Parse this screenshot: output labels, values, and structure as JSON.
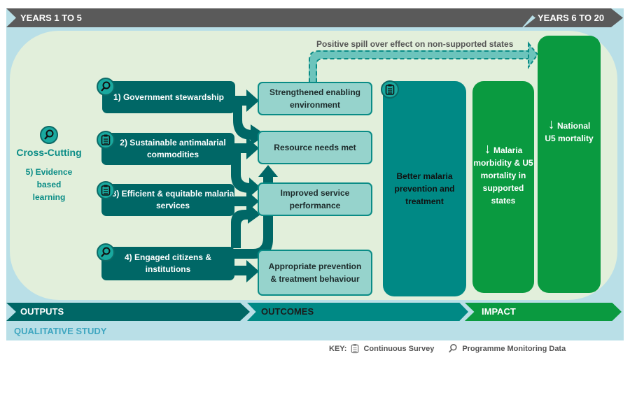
{
  "timeline": {
    "years_early": "YEARS 1 TO 5",
    "years_late": "YEARS 6 TO 20"
  },
  "spillover_label": "Positive spill over effect on non-supported states",
  "cross_cutting": {
    "title": "Cross-Cutting",
    "item": "5) Evidence based learning",
    "icon": "magnifier-icon"
  },
  "outputs": [
    {
      "label": "1) Government stewardship",
      "icon": "magnifier-icon"
    },
    {
      "label": "2) Sustainable antimalarial commodities",
      "icon": "clipboard-icon"
    },
    {
      "label": "3) Efficient & equitable malaria services",
      "icon": "clipboard-icon"
    },
    {
      "label": "4) Engaged citizens & institutions",
      "icon": "magnifier-icon"
    }
  ],
  "outcomes": [
    {
      "label": "Strengthened enabling environment"
    },
    {
      "label": "Resource needs met"
    },
    {
      "label": "Improved service performance"
    },
    {
      "label": "Appropriate prevention & treatment behaviour"
    }
  ],
  "intermediate_outcome": {
    "label": "Better malaria prevention and treatment",
    "icon": "clipboard-icon"
  },
  "impacts": [
    {
      "arrow": "↓",
      "label": "Malaria morbidity & U5 mortality in supported states"
    },
    {
      "arrow": "↓",
      "label": "National U5 mortality"
    }
  ],
  "stages": {
    "outputs": "OUTPUTS",
    "outcomes": "OUTCOMES",
    "impact": "IMPACT"
  },
  "qualitative": "QUALITATIVE STUDY",
  "key": {
    "label": "KEY:",
    "survey": "Continuous Survey",
    "monitoring": "Programme Monitoring Data"
  },
  "colors": {
    "output": "#006766",
    "outcome": "#96d3cc",
    "intermediate": "#008985",
    "impact": "#0a9a40",
    "timeline": "#5a5a5a",
    "frame": "#b9dfe7",
    "panel": "#e2efdb"
  }
}
